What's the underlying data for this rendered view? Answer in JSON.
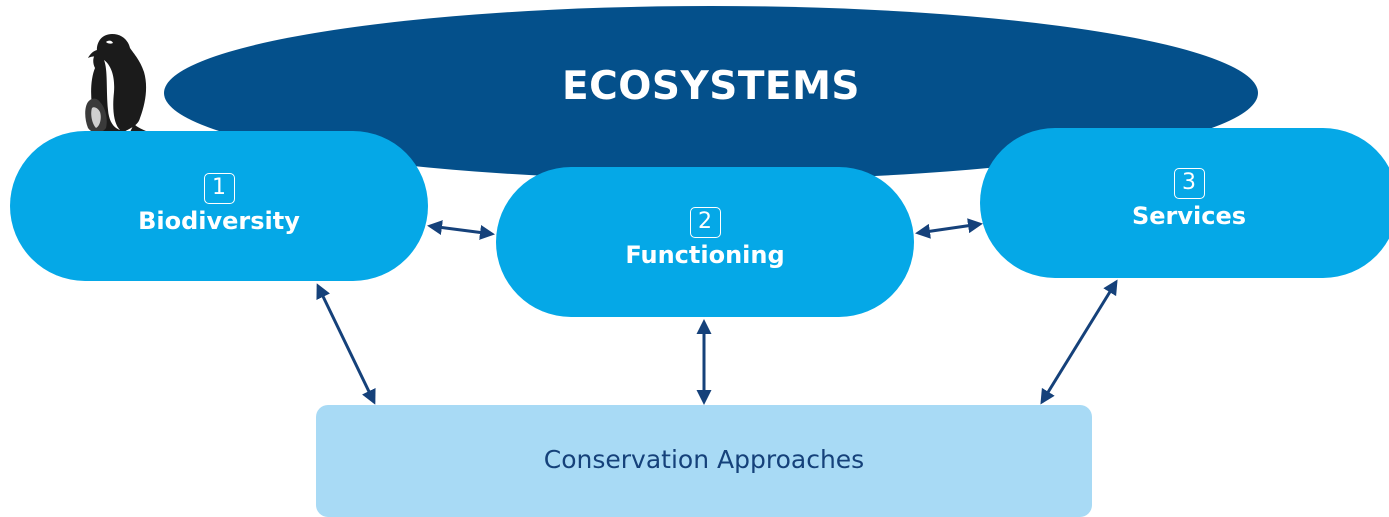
{
  "diagram": {
    "title": "ECOSYSTEMS",
    "nodes": [
      {
        "id": "biodiversity",
        "number": "1",
        "label": "Biodiversity"
      },
      {
        "id": "functioning",
        "number": "2",
        "label": "Functioning"
      },
      {
        "id": "services",
        "number": "3",
        "label": "Services"
      }
    ],
    "base": {
      "label": "Conservation Approaches"
    },
    "connections": [
      {
        "from": "biodiversity",
        "to": "functioning",
        "type": "bidirectional"
      },
      {
        "from": "functioning",
        "to": "services",
        "type": "bidirectional"
      },
      {
        "from": "biodiversity",
        "to": "conservation-approaches",
        "type": "bidirectional"
      },
      {
        "from": "functioning",
        "to": "conservation-approaches",
        "type": "bidirectional"
      },
      {
        "from": "services",
        "to": "conservation-approaches",
        "type": "bidirectional"
      }
    ],
    "icons": [
      "penguin-icon"
    ],
    "colors": {
      "title_fill": "#04508b",
      "node_fill": "#05a8e7",
      "base_fill": "#a8daf5",
      "base_text": "#15417a",
      "arrow": "#15417a"
    }
  }
}
